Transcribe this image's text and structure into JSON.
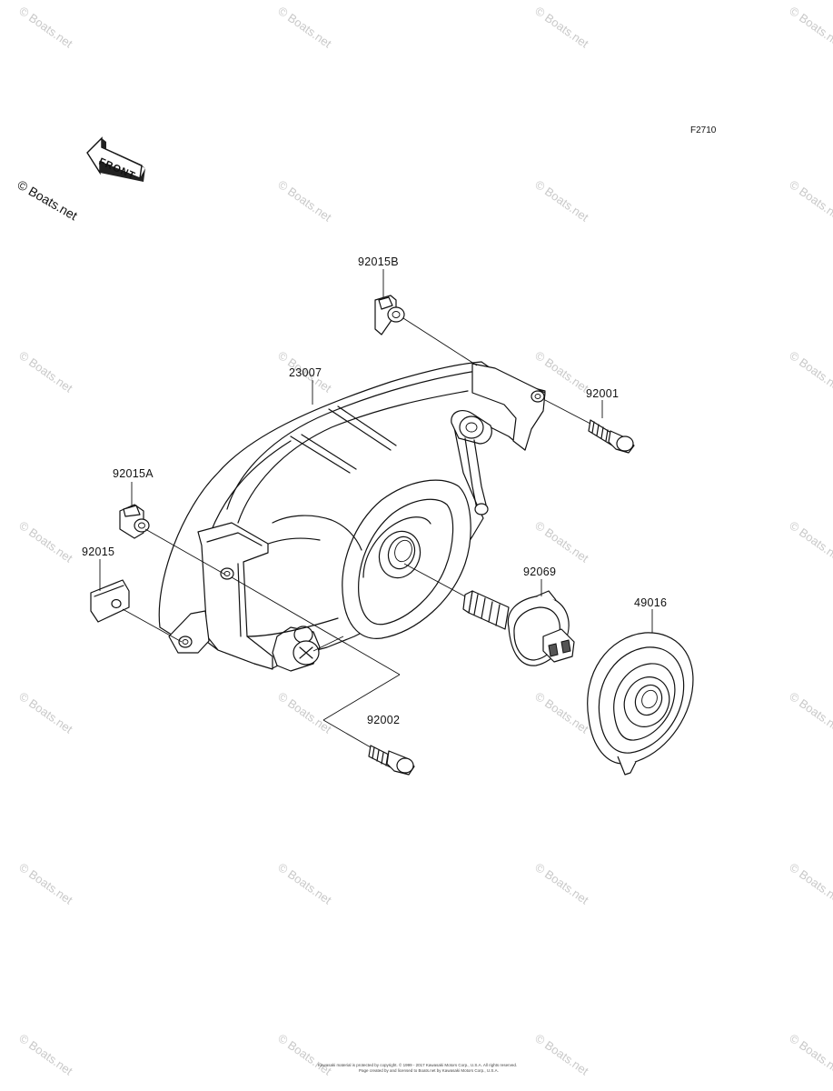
{
  "figure_code": "F2710",
  "copyright": "© Boats.net",
  "front_arrow_label": "FRONT",
  "watermark_text": "© Boats.net",
  "callouts": {
    "p92015B": "92015B",
    "p23007": "23007",
    "p92001": "92001",
    "p92015A": "92015A",
    "p92015": "92015",
    "p92069": "92069",
    "p49016": "49016",
    "p92002": "92002"
  },
  "footer": {
    "line1": "Kawasaki material is protected by copyright. © 1999 - 2017 Kawasaki Motors Corp., U.S.A. All rights reserved.",
    "line2": "Page created by and licensed to Boats.net by Kawasaki Motors Corp., U.S.A."
  },
  "colors": {
    "line": "#111111",
    "watermark": "#c9c9c9",
    "background": "#ffffff"
  }
}
